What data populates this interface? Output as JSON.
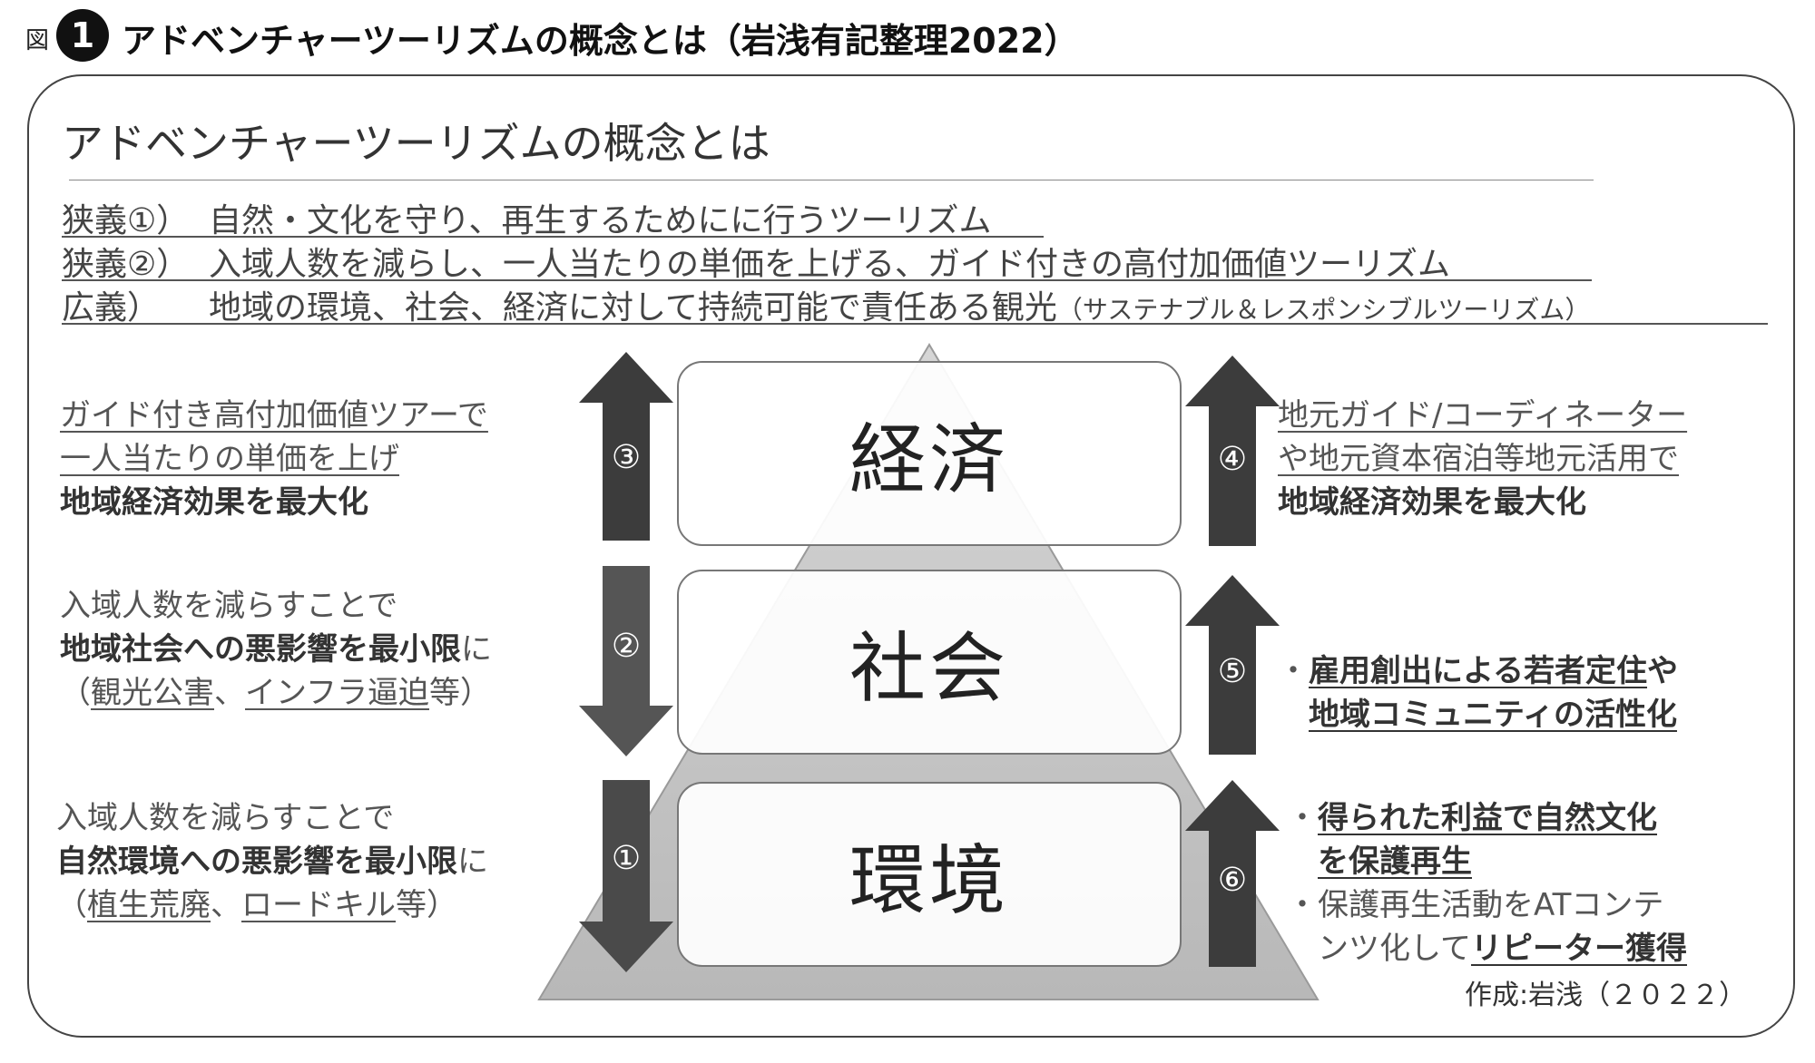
{
  "header": {
    "fig_label": "図",
    "fig_number": "1",
    "title": "アドベンチャーツーリズムの概念とは（岩浅有記整理2022）"
  },
  "panel": {
    "title": "アドベンチャーツーリズムの概念とは",
    "definitions": [
      {
        "tag": "狭義①）",
        "text": "自然・文化を守り、再生するためにに行うツーリズム",
        "note": ""
      },
      {
        "tag": "狭義②）",
        "text": "入域人数を減らし、一人当たりの単価を上げる、ガイド付きの高付加価値ツーリズム",
        "note": ""
      },
      {
        "tag": "広義）",
        "text": "地域の環境、社会、経済に対して持続可能で責任ある観光",
        "note": "（サステナブル＆レスポンシブルツーリズム）"
      }
    ],
    "tiers": {
      "top": "経済",
      "middle": "社会",
      "bottom": "環境"
    },
    "arrows": {
      "a1": "①",
      "a2": "②",
      "a3": "③",
      "a4": "④",
      "a5": "⑤",
      "a6": "⑥"
    },
    "left": {
      "top": {
        "line1": "ガイド付き高付加価値ツアーで",
        "line2": "一人当たりの単価を上げ",
        "line3": "地域経済効果を最大化"
      },
      "middle": {
        "line1": "入域人数を減らすことで",
        "line2_bold": "地域社会への悪影響を最小限",
        "line2_tail": "に",
        "line3_open": "（",
        "line3_u1": "観光公害",
        "line3_sep": "、",
        "line3_u2": "インフラ逼迫",
        "line3_close": "等）"
      },
      "bottom": {
        "line1": "入域人数を減らすことで",
        "line2_bold": "自然環境への悪影響を最小限",
        "line2_tail": "に",
        "line3_open": "（",
        "line3_u1": "植生荒廃",
        "line3_sep": "、",
        "line3_u2": "ロードキル",
        "line3_close": "等）"
      }
    },
    "right": {
      "top": {
        "line1": "地元ガイド/コーディネーター",
        "line2": "や地元資本宿泊等地元活用で",
        "line3": "地域経済効果を最大化"
      },
      "middle": {
        "bullet": "・",
        "line1_u": "雇用創出による若者定住",
        "line1_tail": "や",
        "line2": "地域コミュニティの活性化"
      },
      "bottom": {
        "bullet1": "・",
        "b1_line1": "得られた利益で自然文化",
        "b1_line2": "を保護再生",
        "bullet2": "・",
        "b2_line1": "保護再生活動をATコンテ",
        "b2_line2_plain": "ンツ化して",
        "b2_line2_bold": "リピーター獲得"
      }
    },
    "credit": "作成:岩浅（２０２２）"
  },
  "colors": {
    "arrow_dark": "#3c3c3c",
    "arrow_mid": "#5a5a5a",
    "pyramid": "#bdbdbd",
    "pyramid_top": "#d2d2d2"
  }
}
